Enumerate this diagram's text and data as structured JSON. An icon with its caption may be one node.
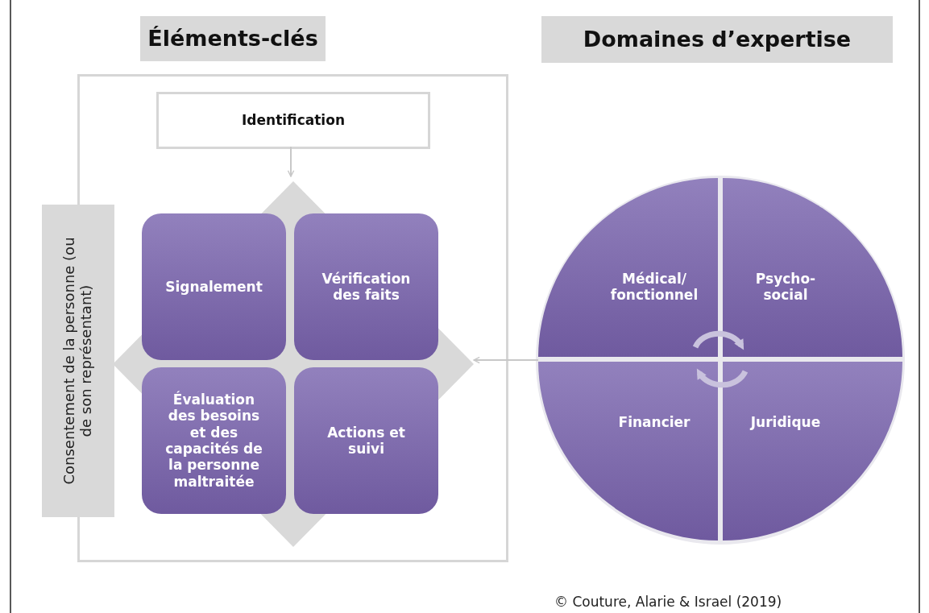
{
  "diagram": {
    "nodes": [
      {
        "text": [
          "Éléments-clés"
        ]
      },
      {
        "text": [
          "Domaines d’expertise"
        ]
      },
      {
        "text": [],
        "shape": "box"
      },
      {
        "text": [
          "Identification"
        ],
        "in": 2
      },
      {
        "text": [
          "Consentement de la personne (ou de son représentant)"
        ]
      },
      {
        "text": [],
        "shape": "diamond",
        "in": 2
      },
      {
        "text": [
          "Signalement"
        ],
        "in": 5
      },
      {
        "text": [
          "Vérification des faits"
        ],
        "in": 5
      },
      {
        "text": [
          "Évaluation des besoins et des capacités de la personne maltraitée"
        ],
        "in": 5
      },
      {
        "text": [
          "Actions et suivi"
        ],
        "in": 5
      },
      {
        "text": [],
        "shape": "circle"
      },
      {
        "text": [
          "Médical/ fonctionnel"
        ],
        "in": 10
      },
      {
        "text": [
          "Psycho- social"
        ],
        "in": 10
      },
      {
        "text": [
          "Financier"
        ],
        "in": 10
      },
      {
        "text": [
          "Juridique"
        ],
        "in": 10
      }
    ],
    "edges": [
      {
        "from": 3,
        "to": 5,
        "arrow": "to"
      },
      {
        "from": 10,
        "to": 5,
        "arrow": "to"
      },
      {
        "from": 11,
        "to": 12,
        "arrow": "to",
        "style": "thick",
        "color": "#c9c2dd"
      },
      {
        "from": 14,
        "to": 13,
        "arrow": "to",
        "style": "thick",
        "color": "#c9c2dd"
      }
    ],
    "labels": [
      "© Couture, Alarie & Israel (2019)"
    ]
  }
}
